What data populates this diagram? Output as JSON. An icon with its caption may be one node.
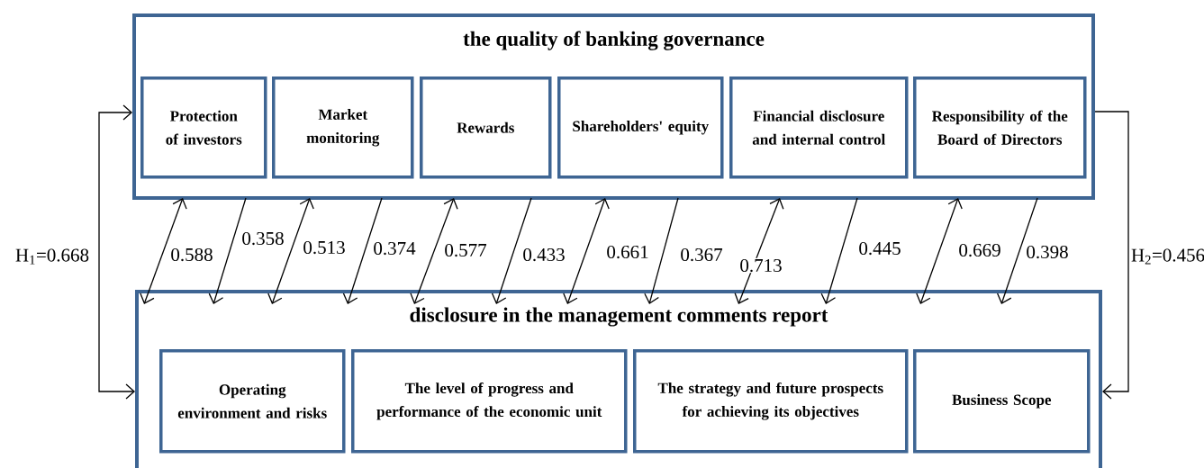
{
  "diagram": {
    "nodes": [
      {
        "text": [
          "the quality of banking governance"
        ]
      },
      {
        "text": [
          "Protection of investors"
        ],
        "in": 0
      },
      {
        "text": [
          "Market monitoring"
        ],
        "in": 0
      },
      {
        "text": [
          "Rewards"
        ],
        "in": 0
      },
      {
        "text": [
          "Shareholders' equity"
        ],
        "in": 0
      },
      {
        "text": [
          "Financial disclosure and internal control"
        ],
        "in": 0
      },
      {
        "text": [
          "Responsibility of the Board of Directors"
        ],
        "in": 0
      },
      {
        "text": [
          "disclosure in the management comments report"
        ]
      },
      {
        "text": [
          "Operating environment and risks"
        ],
        "in": 7
      },
      {
        "text": [
          "The level of progress and performance of the economic unit"
        ],
        "in": 7
      },
      {
        "text": [
          "The strategy and future prospects for achieving its objectives"
        ],
        "in": 7
      },
      {
        "text": [
          "Business Scope"
        ],
        "in": 7
      }
    ],
    "edges": [
      {
        "from": 0,
        "to": 7,
        "arrow": "both",
        "label": "0.588"
      },
      {
        "from": 0,
        "to": 7,
        "arrow": "to",
        "label": "0.358"
      },
      {
        "from": 0,
        "to": 7,
        "arrow": "both",
        "label": "0.513"
      },
      {
        "from": 0,
        "to": 7,
        "arrow": "to",
        "label": "0.374"
      },
      {
        "from": 0,
        "to": 7,
        "arrow": "both",
        "label": "0.577"
      },
      {
        "from": 0,
        "to": 7,
        "arrow": "to",
        "label": "0.433"
      },
      {
        "from": 0,
        "to": 7,
        "arrow": "both",
        "label": "0.661"
      },
      {
        "from": 0,
        "to": 7,
        "arrow": "to",
        "label": "0.367"
      },
      {
        "from": 0,
        "to": 7,
        "arrow": "both",
        "label": "0.713"
      },
      {
        "from": 0,
        "to": 7,
        "arrow": "to",
        "label": "0.445"
      },
      {
        "from": 0,
        "to": 7,
        "arrow": "both",
        "label": "0.669"
      },
      {
        "from": 0,
        "to": 7,
        "arrow": "to",
        "label": "0.398"
      },
      {
        "from": 0,
        "to": 7,
        "arrow": "both",
        "label": "H$_{1}$=0.668"
      },
      {
        "from": 0,
        "to": 7,
        "arrow": "to",
        "label": "H$_{2}$=0.456"
      }
    ]
  }
}
